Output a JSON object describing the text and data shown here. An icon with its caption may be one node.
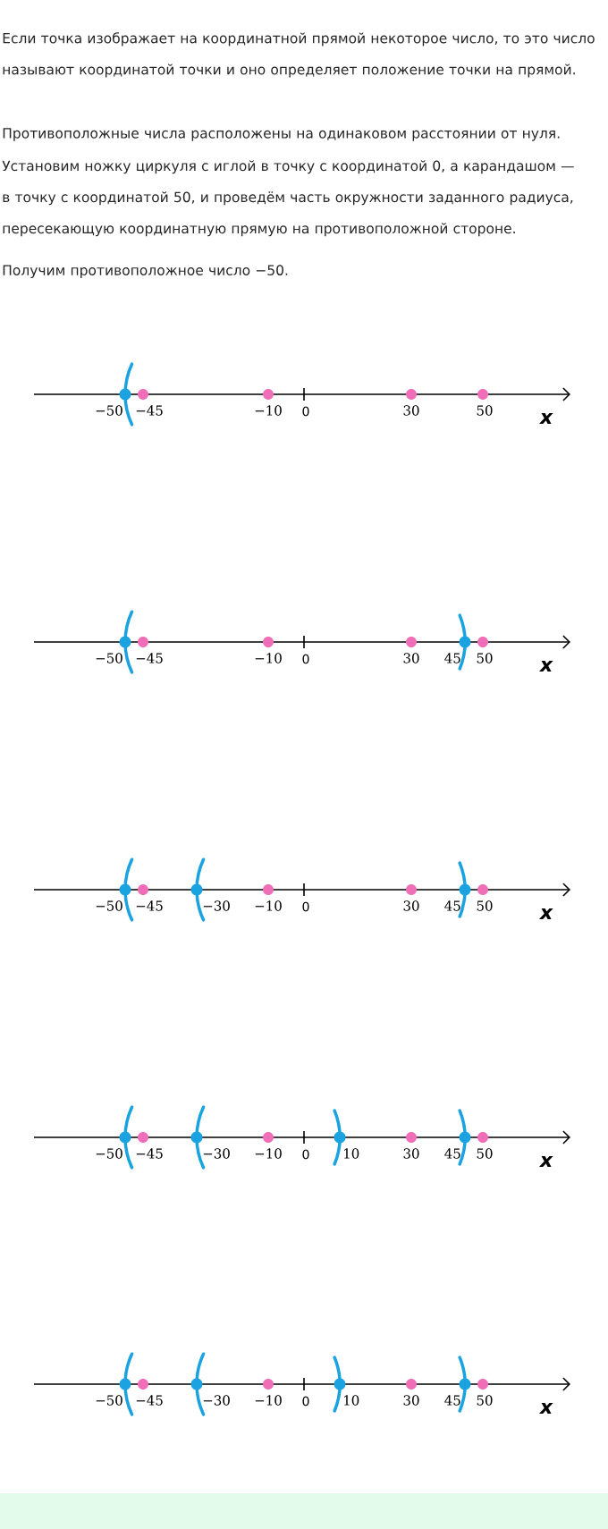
{
  "diagram": {
    "labels": [
      "Если точка изображает на координатной прямой некоторое число, то это число называют координатой точки и оно определяет положение точки на прямой.",
      "Противоположные числа расположены на одинаковом расстоянии от нуля.",
      "Установим ножку циркуля с иглой в точку с координатой 0, а карандашом — в точку с координатой 50, и проведём часть окружности заданного радиуса, пересекающую координатную прямую на противоположной стороне.",
      "Получим противоположное число −50.",
      "−50",
      "−45",
      "−10",
      "0",
      "30",
      "50",
      "x",
      "−50",
      "−45",
      "−10",
      "0",
      "30",
      "45",
      "50",
      "x",
      "−50",
      "−45",
      "−30",
      "−10",
      "0",
      "30",
      "45",
      "50",
      "x",
      "−50",
      "−45",
      "−30",
      "−10",
      "0",
      "10",
      "30",
      "45",
      "50",
      "x",
      "−50",
      "−45",
      "−30",
      "−10",
      "0",
      "10",
      "30",
      "45",
      "50",
      "x"
    ]
  }
}
